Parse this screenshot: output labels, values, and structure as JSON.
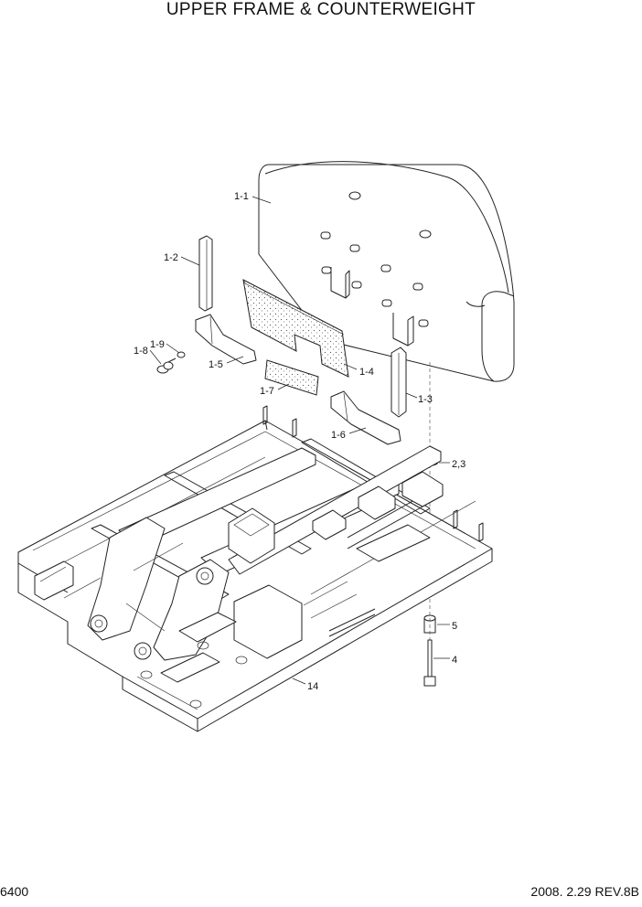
{
  "title": "UPPER FRAME & COUNTERWEIGHT",
  "footer": {
    "page_number": "6400",
    "revision": "2008. 2.29  REV.8B"
  },
  "parts": [
    {
      "id": "p1_1",
      "label": "1-1"
    },
    {
      "id": "p1_2",
      "label": "1-2"
    },
    {
      "id": "p1_3",
      "label": "1-3"
    },
    {
      "id": "p1_4",
      "label": "1-4"
    },
    {
      "id": "p1_5",
      "label": "1-5"
    },
    {
      "id": "p1_6",
      "label": "1-6"
    },
    {
      "id": "p1_7",
      "label": "1-7"
    },
    {
      "id": "p1_8",
      "label": "1-8"
    },
    {
      "id": "p1_9",
      "label": "1-9"
    },
    {
      "id": "p2_3",
      "label": "2,3"
    },
    {
      "id": "p4",
      "label": "4"
    },
    {
      "id": "p5",
      "label": "5"
    },
    {
      "id": "p14",
      "label": "14"
    }
  ]
}
